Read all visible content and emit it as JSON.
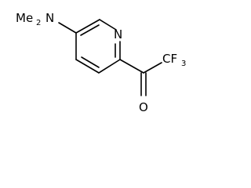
{
  "molecule": {
    "atoms": {
      "dimethylamino_n": "Me",
      "dimethylamino_n_main": "N",
      "dimethylamino_count": "2",
      "ring_n": "N",
      "carbonyl_o": "O",
      "cf3": "CF",
      "cf3_count": "3"
    }
  }
}
